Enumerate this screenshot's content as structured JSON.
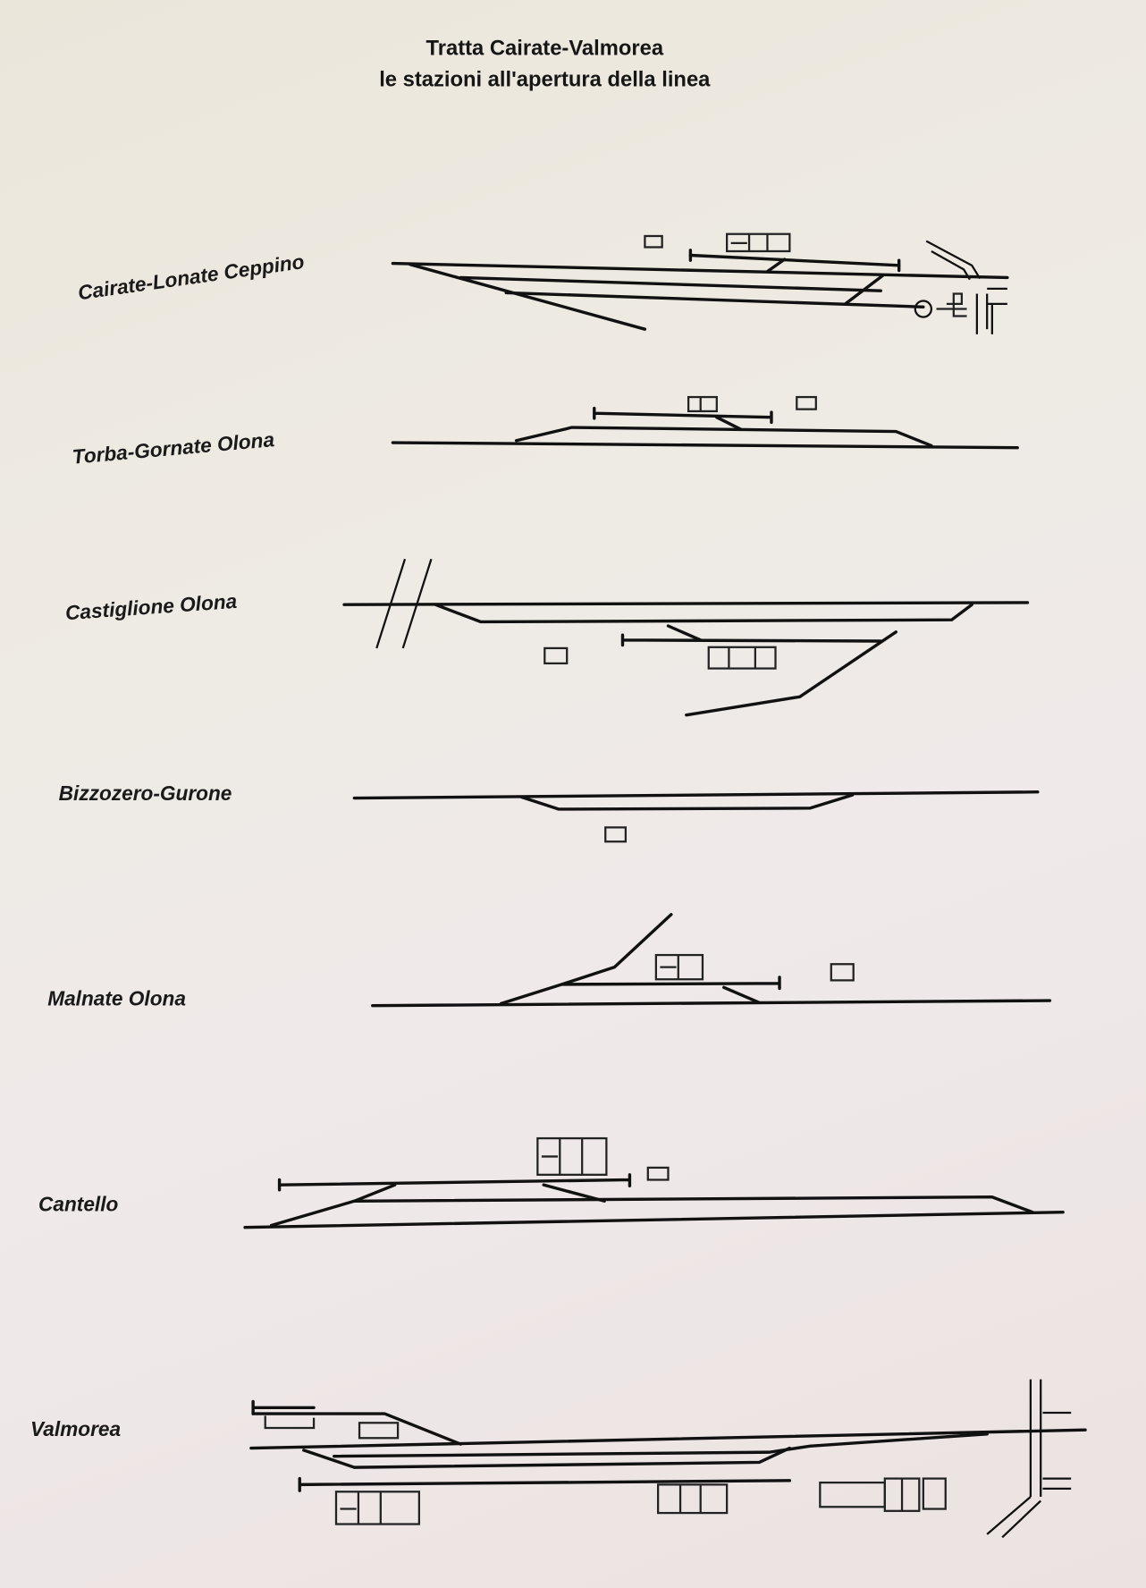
{
  "title": {
    "line1": "Tratta Cairate-Valmorea",
    "line2": "le stazioni all'apertura della linea"
  },
  "stations": [
    {
      "name": "Cairate-Lonate Ceppino"
    },
    {
      "name": "Torba-Gornate Olona"
    },
    {
      "name": "Castiglione Olona"
    },
    {
      "name": "Bizzozero-Gurone"
    },
    {
      "name": "Malnate Olona"
    },
    {
      "name": "Cantello"
    },
    {
      "name": "Valmorea"
    }
  ]
}
